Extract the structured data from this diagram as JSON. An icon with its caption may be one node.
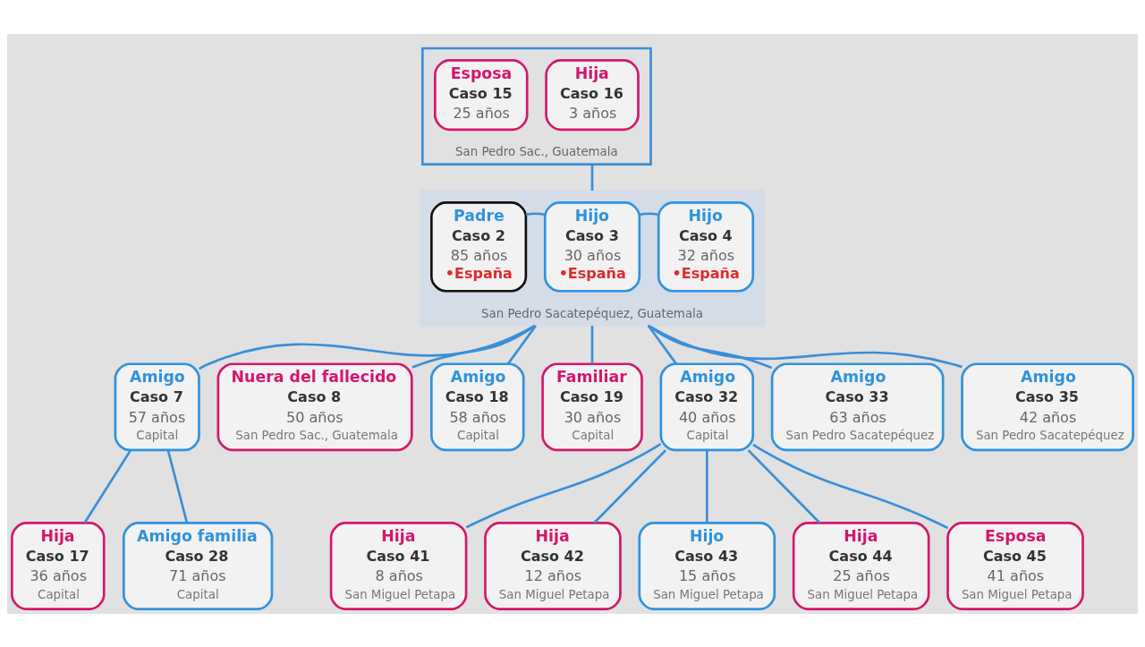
{
  "diagram": {
    "nodes": [
      {
        "text": [
          "San Pedro Sac., Guatemala"
        ]
      },
      {
        "text": [
          "Esposa",
          "Caso 15",
          "25 años"
        ],
        "in": 0
      },
      {
        "text": [
          "Hija",
          "Caso 16",
          "3 años"
        ],
        "in": 0
      },
      {
        "text": [
          "San Pedro Sacatepéquez, Guatemala"
        ]
      },
      {
        "text": [
          "Padre",
          "Caso 2",
          "85 años",
          "•España"
        ],
        "in": 3
      },
      {
        "text": [
          "Hijo",
          "Caso 3",
          "30 años",
          "•España"
        ],
        "in": 3
      },
      {
        "text": [
          "Hijo",
          "Caso 4",
          "32 años",
          "•España"
        ],
        "in": 3
      },
      {
        "text": [
          "Amigo",
          "Caso 7",
          "57 años",
          "Capital"
        ]
      },
      {
        "text": [
          "Nuera del fallecido",
          "Caso 8",
          "50 años",
          "San Pedro Sac., Guatemala"
        ]
      },
      {
        "text": [
          "Amigo",
          "Caso 18",
          "58 años",
          "Capital"
        ]
      },
      {
        "text": [
          "Familiar",
          "Caso 19",
          "30 años",
          "Capital"
        ]
      },
      {
        "text": [
          "Amigo",
          "Caso 32",
          "40 años",
          "Capital"
        ]
      },
      {
        "text": [
          "Amigo",
          "Caso 33",
          "63 años",
          "San Pedro Sacatepéquez"
        ]
      },
      {
        "text": [
          "Amigo",
          "Caso 35",
          "42 años",
          "San Pedro Sacatepéquez"
        ]
      },
      {
        "text": [
          "Hija",
          "Caso 17",
          "36 años",
          "Capital"
        ]
      },
      {
        "text": [
          "Amigo familia",
          "Caso 28",
          "71 años",
          "Capital"
        ]
      },
      {
        "text": [
          "Hija",
          "Caso 41",
          "8 años",
          "San Miguel Petapa"
        ]
      },
      {
        "text": [
          "Hija",
          "Caso 42",
          "12 años",
          "San Miguel Petapa"
        ]
      },
      {
        "text": [
          "Hijo",
          "Caso 43",
          "15 años",
          "San Miguel Petapa"
        ]
      },
      {
        "text": [
          "Hija",
          "Caso 44",
          "25 años",
          "San Miguel Petapa"
        ]
      },
      {
        "text": [
          "Esposa",
          "Caso 45",
          "41 años",
          "San Miguel Petapa"
        ]
      }
    ],
    "edges": [
      {
        "from": 0,
        "to": 3,
        "arrow": "none"
      },
      {
        "from": 4,
        "to": 5,
        "arrow": "none"
      },
      {
        "from": 5,
        "to": 6,
        "arrow": "none"
      },
      {
        "from": 3,
        "to": 7,
        "arrow": "none"
      },
      {
        "from": 3,
        "to": 8,
        "arrow": "none"
      },
      {
        "from": 3,
        "to": 9,
        "arrow": "none"
      },
      {
        "from": 3,
        "to": 10,
        "arrow": "none"
      },
      {
        "from": 3,
        "to": 11,
        "arrow": "none"
      },
      {
        "from": 3,
        "to": 12,
        "arrow": "none"
      },
      {
        "from": 3,
        "to": 13,
        "arrow": "none"
      },
      {
        "from": 7,
        "to": 14,
        "arrow": "none"
      },
      {
        "from": 7,
        "to": 15,
        "arrow": "none"
      },
      {
        "from": 11,
        "to": 16,
        "arrow": "none"
      },
      {
        "from": 11,
        "to": 17,
        "arrow": "none"
      },
      {
        "from": 11,
        "to": 18,
        "arrow": "none"
      },
      {
        "from": 11,
        "to": 19,
        "arrow": "none"
      },
      {
        "from": 11,
        "to": 20,
        "arrow": "none"
      }
    ]
  }
}
